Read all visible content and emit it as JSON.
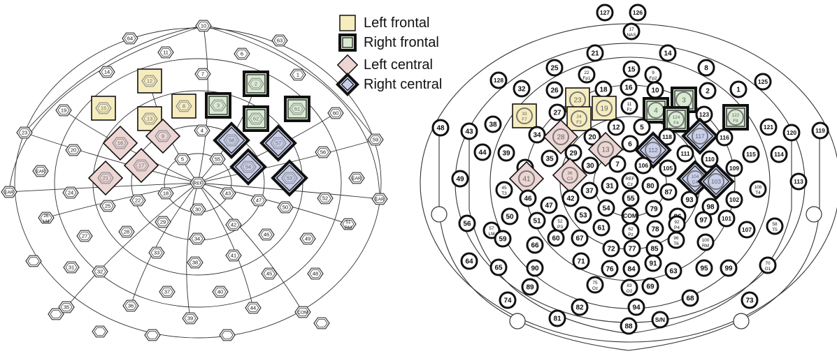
{
  "colors": {
    "left_frontal": "#f6ecbe",
    "right_frontal": "#d9ecd3",
    "left_central": "#ecd5d3",
    "right_central": "#c9cfea",
    "outline": "#111111",
    "line": "#333333"
  },
  "legend": [
    {
      "label": "Left frontal",
      "group": "left_frontal",
      "shape": "square",
      "bold": false
    },
    {
      "label": "Right frontal",
      "group": "right_frontal",
      "shape": "square",
      "bold": true
    },
    {
      "label": "Left central",
      "group": "left_central",
      "shape": "diamond",
      "bold": false
    },
    {
      "label": "Right central",
      "group": "right_central",
      "shape": "diamond",
      "bold": true
    }
  ],
  "left_map": {
    "electrodes": [
      {
        "label": "10"
      },
      {
        "label": "64"
      },
      {
        "label": "63"
      },
      {
        "label": "11"
      },
      {
        "label": "6"
      },
      {
        "label": "14"
      },
      {
        "label": "12",
        "group": "left_frontal"
      },
      {
        "label": "7"
      },
      {
        "label": "2",
        "group": "right_frontal"
      },
      {
        "label": "1"
      },
      {
        "label": "19"
      },
      {
        "label": "15",
        "group": "left_frontal"
      },
      {
        "label": "13",
        "group": "left_frontal"
      },
      {
        "label": "8",
        "group": "left_frontal"
      },
      {
        "label": "3",
        "group": "right_frontal"
      },
      {
        "label": "62",
        "group": "right_frontal"
      },
      {
        "label": "61",
        "group": "right_frontal"
      },
      {
        "label": "60"
      },
      {
        "label": "23"
      },
      {
        "label": "16",
        "group": "left_central"
      },
      {
        "label": "9",
        "group": "left_central"
      },
      {
        "label": "4"
      },
      {
        "label": "58",
        "group": "right_central"
      },
      {
        "label": "57",
        "group": "right_central"
      },
      {
        "label": "59"
      },
      {
        "label": "20"
      },
      {
        "label": "17",
        "group": "left_central"
      },
      {
        "label": "5"
      },
      {
        "label": "55"
      },
      {
        "label": "54",
        "group": "right_central"
      },
      {
        "label": "56"
      },
      {
        "label": "EAR"
      },
      {
        "label": "21",
        "group": "left_central"
      },
      {
        "label": "REF"
      },
      {
        "label": "53",
        "group": "right_central"
      },
      {
        "label": "EAR"
      },
      {
        "label": "EAR"
      },
      {
        "label": "24"
      },
      {
        "label": "18"
      },
      {
        "label": "43"
      },
      {
        "label": "EAR"
      },
      {
        "label": "52"
      },
      {
        "label": "25"
      },
      {
        "label": "22"
      },
      {
        "label": "30"
      },
      {
        "label": "47"
      },
      {
        "label": "50"
      },
      {
        "label": "26",
        "sub": "LM"
      },
      {
        "label": "29"
      },
      {
        "label": "42"
      },
      {
        "label": "51",
        "sub": "RM"
      },
      {
        "label": "27"
      },
      {
        "label": "28"
      },
      {
        "label": "34"
      },
      {
        "label": "46"
      },
      {
        "label": "49"
      },
      {
        "label": "33"
      },
      {
        "label": "41"
      },
      {
        "label": "31"
      },
      {
        "label": "38"
      },
      {
        "label": "32"
      },
      {
        "label": "45"
      },
      {
        "label": "48"
      },
      {
        "label": "37"
      },
      {
        "label": "40"
      },
      {
        "label": "35"
      },
      {
        "label": "36"
      },
      {
        "label": "44"
      },
      {
        "label": "COM"
      },
      {
        "label": "39"
      }
    ],
    "unlabeled_count": 6
  },
  "right_map": {
    "electrodes": [
      {
        "label": "127"
      },
      {
        "label": "126"
      },
      {
        "label": "17",
        "sub": "NAS"
      },
      {
        "label": "21"
      },
      {
        "label": "14"
      },
      {
        "label": "25"
      },
      {
        "label": "15"
      },
      {
        "label": "8"
      },
      {
        "label": "22",
        "sub": "Fp1"
      },
      {
        "label": "9",
        "sub": "Fp2"
      },
      {
        "label": "128"
      },
      {
        "label": "32"
      },
      {
        "label": "26"
      },
      {
        "label": "18"
      },
      {
        "label": "16"
      },
      {
        "label": "10"
      },
      {
        "label": "2"
      },
      {
        "label": "1"
      },
      {
        "label": "125"
      },
      {
        "label": "23",
        "group": "left_frontal"
      },
      {
        "label": "19",
        "group": "left_frontal"
      },
      {
        "label": "11",
        "sub": "Fz"
      },
      {
        "label": "4",
        "group": "right_frontal"
      },
      {
        "label": "3",
        "group": "right_frontal"
      },
      {
        "label": "33",
        "sub": "F7",
        "group": "left_frontal"
      },
      {
        "label": "27"
      },
      {
        "label": "24",
        "sub": "F3",
        "group": "left_frontal"
      },
      {
        "label": "12"
      },
      {
        "label": "5"
      },
      {
        "label": "124",
        "sub": "F4",
        "group": "right_frontal"
      },
      {
        "label": "123"
      },
      {
        "label": "122",
        "sub": "F8",
        "group": "right_frontal"
      },
      {
        "label": "38"
      },
      {
        "label": "34"
      },
      {
        "label": "28",
        "group": "left_central"
      },
      {
        "label": "20"
      },
      {
        "label": "118"
      },
      {
        "label": "117",
        "group": "right_central"
      },
      {
        "label": "116"
      },
      {
        "label": "121"
      },
      {
        "label": "48"
      },
      {
        "label": "43"
      },
      {
        "label": "120"
      },
      {
        "label": "119"
      },
      {
        "label": "44"
      },
      {
        "label": "39"
      },
      {
        "label": "29"
      },
      {
        "label": "13",
        "group": "left_central"
      },
      {
        "label": "6"
      },
      {
        "label": "112",
        "group": "right_central"
      },
      {
        "label": "111"
      },
      {
        "label": "115"
      },
      {
        "label": "114"
      },
      {
        "label": "35"
      },
      {
        "label": "30"
      },
      {
        "label": "7"
      },
      {
        "label": "106"
      },
      {
        "label": "105"
      },
      {
        "label": "110"
      },
      {
        "label": "40"
      },
      {
        "label": "36",
        "sub": "C3",
        "group": "left_central"
      },
      {
        "label": "109"
      },
      {
        "label": "49"
      },
      {
        "label": "41",
        "group": "left_central"
      },
      {
        "label": "37"
      },
      {
        "label": "31"
      },
      {
        "label": "REF",
        "sub": "Cz"
      },
      {
        "label": "80"
      },
      {
        "label": "87"
      },
      {
        "label": "104",
        "sub": "C4",
        "group": "right_central"
      },
      {
        "label": "103",
        "group": "right_central"
      },
      {
        "label": "113"
      },
      {
        "label": "45",
        "sub": "T3"
      },
      {
        "label": "46"
      },
      {
        "label": "42"
      },
      {
        "label": "54"
      },
      {
        "label": "55"
      },
      {
        "label": "79"
      },
      {
        "label": "93"
      },
      {
        "label": "98"
      },
      {
        "label": "102"
      },
      {
        "label": "108",
        "sub": "T4"
      },
      {
        "label": "47"
      },
      {
        "label": "COM"
      },
      {
        "label": "50"
      },
      {
        "label": "53"
      },
      {
        "label": "86"
      },
      {
        "label": "51"
      },
      {
        "label": "52",
        "sub": "P3"
      },
      {
        "label": "61"
      },
      {
        "label": "62",
        "sub": "Pz"
      },
      {
        "label": "78"
      },
      {
        "label": "92",
        "sub": "P4"
      },
      {
        "label": "97"
      },
      {
        "label": "101"
      },
      {
        "label": "56"
      },
      {
        "label": "57",
        "sub": "LM"
      },
      {
        "label": "60"
      },
      {
        "label": "67"
      },
      {
        "label": "72"
      },
      {
        "label": "77"
      },
      {
        "label": "85"
      },
      {
        "label": "96",
        "sub": "T6"
      },
      {
        "label": "100",
        "sub": "RM"
      },
      {
        "label": "107"
      },
      {
        "label": "58",
        "sub": "T5"
      },
      {
        "label": "59"
      },
      {
        "label": "66"
      },
      {
        "label": "71"
      },
      {
        "label": "76"
      },
      {
        "label": "84"
      },
      {
        "label": "91"
      },
      {
        "label": "63"
      },
      {
        "label": "64"
      },
      {
        "label": "65"
      },
      {
        "label": "90"
      },
      {
        "label": "95"
      },
      {
        "label": "99"
      },
      {
        "label": "70",
        "sub": "O1"
      },
      {
        "label": "75",
        "sub": "Oz"
      },
      {
        "label": "83",
        "sub": "O2"
      },
      {
        "label": "69"
      },
      {
        "label": "89"
      },
      {
        "label": "68"
      },
      {
        "label": "74"
      },
      {
        "label": "82"
      },
      {
        "label": "94"
      },
      {
        "label": "73"
      },
      {
        "label": "81"
      },
      {
        "label": "88"
      },
      {
        "label": "S/N"
      }
    ],
    "unlabeled_count": 4
  }
}
